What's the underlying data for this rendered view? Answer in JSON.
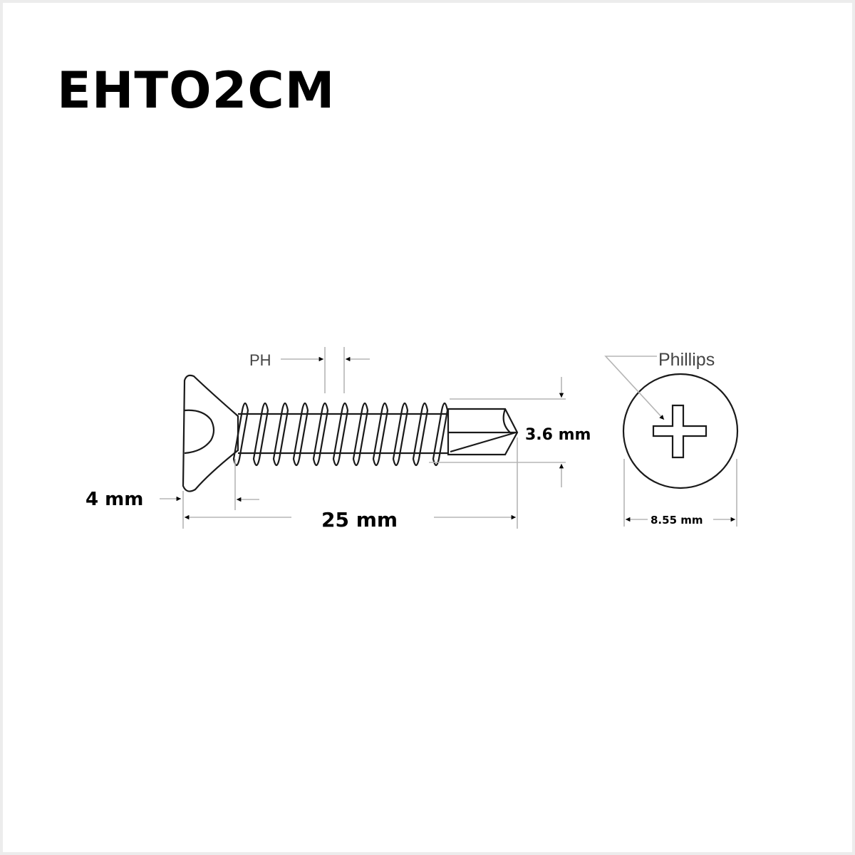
{
  "title": "EHTO2CM",
  "labels": {
    "pitch": "PH",
    "drive": "Phillips",
    "head_thickness": "4 mm",
    "length": "25 mm",
    "thread_diameter": "3.6 mm",
    "head_diameter": "8.55 mm"
  }
}
